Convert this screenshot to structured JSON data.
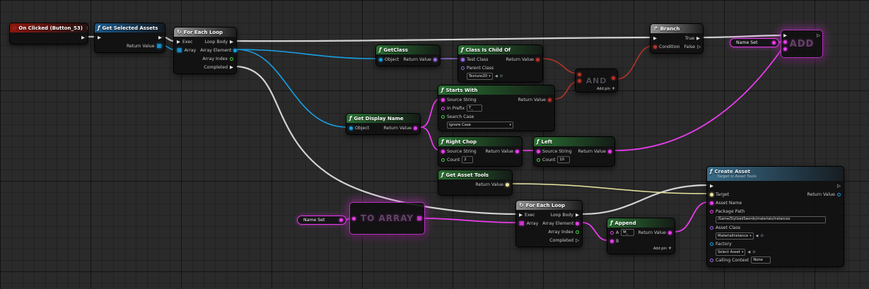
{
  "palette": {
    "exec": "#e2e2e2",
    "bool": "#b5342a",
    "object": "#18a0e4",
    "class": "#9a6bdc",
    "string": "#e93cec",
    "int": "#46d746",
    "tools": "#e9e6a2",
    "selection_glow": "#e93cec",
    "grid_bg": "#2a2a2a"
  },
  "icons": {
    "function": "ƒ",
    "event": "◇",
    "bind": "□",
    "loop": "↻",
    "branch": "↱",
    "array": "▦",
    "exec_filled": "▶",
    "exec_hollow": "▷",
    "caret": "▾",
    "use_asset": "◀",
    "browse": "⊙",
    "add": "+"
  },
  "common": {
    "add_pin_label": "Add pin"
  },
  "nodes": {
    "on_clicked": {
      "title": "On Clicked (Button_53)"
    },
    "get_selected_assets": {
      "title": "Get Selected Assets",
      "return_value": "Return Value"
    },
    "for_each_1": {
      "title": "For Each Loop",
      "exec": "Exec",
      "array": "Array",
      "loop_body": "Loop Body",
      "array_element": "Array Element",
      "array_index": "Array Index",
      "completed": "Completed"
    },
    "branch": {
      "title": "Branch",
      "condition": "Condition",
      "true_label": "True",
      "false_label": "False"
    },
    "get_class": {
      "title": "GetClass",
      "object": "Object",
      "return_value": "Return Value"
    },
    "class_is_child_of": {
      "title": "Class Is Child Of",
      "test_class": "Test Class",
      "parent_class": "Parent Class",
      "parent_class_value": "Texture2D",
      "return_value": "Return Value"
    },
    "and_gate": {
      "label": "AND"
    },
    "starts_with": {
      "title": "Starts With",
      "source_string": "Source String",
      "in_prefix": "In Prefix",
      "in_prefix_value": "T_",
      "search_case": "Search Case",
      "search_case_value": "Ignore Case",
      "return_value": "Return Value"
    },
    "get_display_name": {
      "title": "Get Display Name",
      "object": "Object",
      "return_value": "Return Value"
    },
    "right_chop": {
      "title": "Right Chop",
      "source_string": "Source String",
      "count": "Count",
      "count_value": "2",
      "return_value": "Return Value"
    },
    "left": {
      "title": "Left",
      "source_string": "Source String",
      "count": "Count",
      "count_value": "10",
      "return_value": "Return Value"
    },
    "get_asset_tools": {
      "title": "Get Asset Tools",
      "return_value": "Return Value"
    },
    "name_set_get_1": {
      "title": "Name Set"
    },
    "to_array": {
      "label": "TO ARRAY"
    },
    "for_each_2": {
      "title": "For Each Loop",
      "exec": "Exec",
      "array": "Array",
      "loop_body": "Loop Body",
      "array_element": "Array Element",
      "array_index": "Array Index",
      "completed": "Completed"
    },
    "append": {
      "title": "Append",
      "a": "A",
      "a_value": "M_",
      "b": "B",
      "return_value": "Return Value"
    },
    "create_asset": {
      "title": "Create Asset",
      "subtitle": "Target is Asset Tools",
      "target": "Target",
      "asset_name": "Asset Name",
      "package_path": "Package Path",
      "package_path_value": "/Game/StylizedSwords/materials/instances",
      "asset_class": "Asset Class",
      "asset_class_value": "MaterialInstance",
      "factory": "Factory",
      "factory_value": "Select Asset",
      "calling_context": "Calling Context",
      "calling_context_value": "None",
      "return_value": "Return Value"
    },
    "add_item": {
      "label": "ADD"
    },
    "name_set_get_2": {
      "title": "Name Set"
    }
  }
}
